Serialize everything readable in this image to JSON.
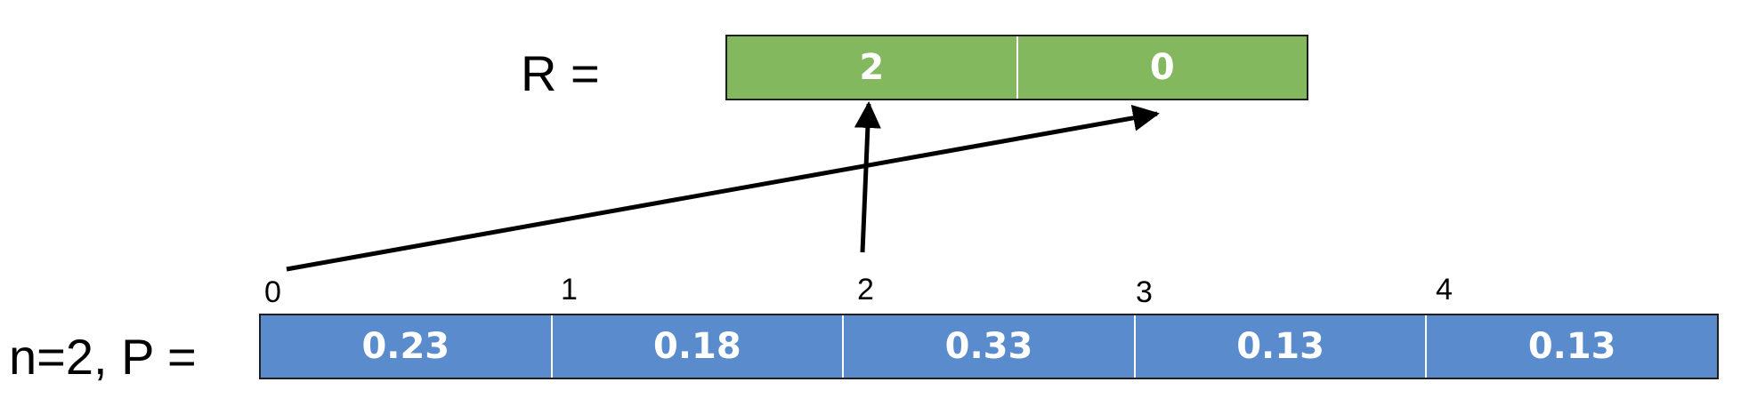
{
  "r_label": "R =",
  "p_label": "n=2, P =",
  "R": {
    "values": [
      "2",
      "0"
    ],
    "fill_color": "#84b85e"
  },
  "P": {
    "values": [
      "0.23",
      "0.18",
      "0.33",
      "0.13",
      "0.13"
    ],
    "indices": [
      "0",
      "1",
      "2",
      "3",
      "4"
    ],
    "fill_color": "#5a8ccd"
  },
  "arrows": [
    {
      "from_index": 0,
      "to_r_cell": 1
    },
    {
      "from_index": 2,
      "to_r_cell": 0
    }
  ]
}
